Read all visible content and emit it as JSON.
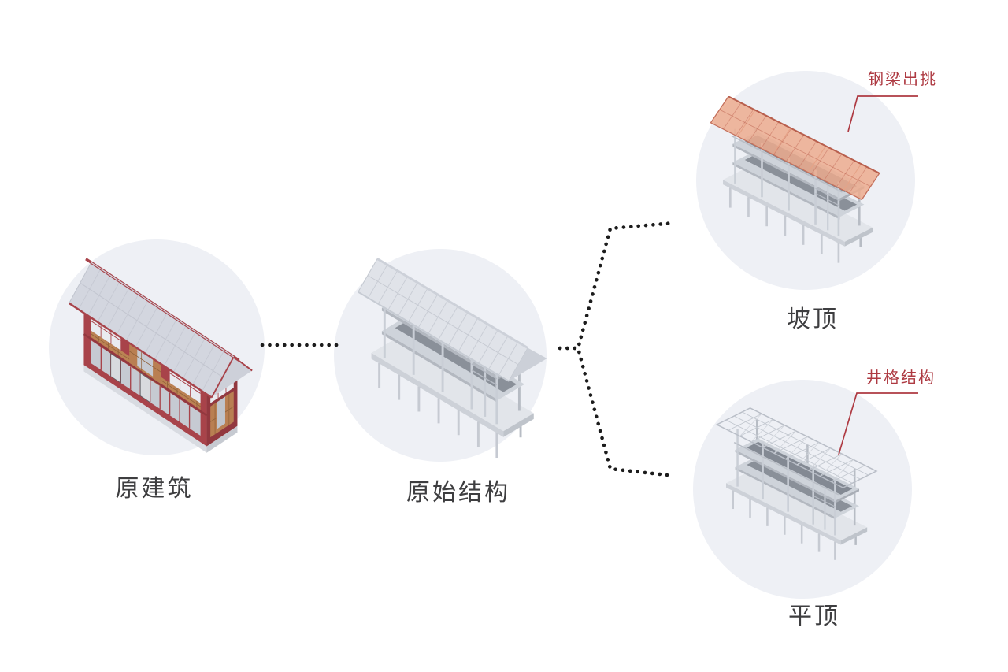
{
  "palette": {
    "background": "#ffffff",
    "circle_bg": "#eef0f5",
    "label_color": "#3e3e40",
    "annotation_red": "#ae3a42",
    "connector_dot": "#1c1c1c",
    "building_red": "#a8434a",
    "lattice_brown": "#bb8354",
    "roof_grey": "#dde0e7",
    "structure_grey": "#c9ced6",
    "sloped_roof_orange": "#ecab8e",
    "sloped_roof_frame": "#c4705c"
  },
  "nodes": [
    {
      "id": "original-building",
      "label": "原建筑"
    },
    {
      "id": "original-structure",
      "label": "原始结构"
    },
    {
      "id": "sloped-roof",
      "label": "坡顶",
      "annotation": "钢梁出挑"
    },
    {
      "id": "flat-roof",
      "label": "平顶",
      "annotation": "井格结构"
    }
  ]
}
